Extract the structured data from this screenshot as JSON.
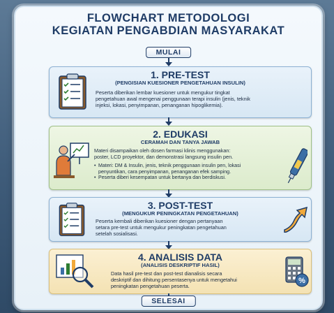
{
  "title": {
    "line1": "FLOWCHART METODOLOGI",
    "line2": "KEGIATAN PENGABDIAN MASYARAKAT"
  },
  "start_label": "MULAI",
  "end_label": "SELESAI",
  "steps": [
    {
      "title": "1. PRE-TEST",
      "subtitle": "(PENGISIAN KUESIONER PENGETAHUAN INSULIN)",
      "lines": [
        "Peserta diberikan lembar kuesioner untuk mengukur tingkat",
        "pengetahuan awal mengenai penggunaan terapi insulin (jenis, teknik",
        "injeksi, lokasi, penyimpanan, penanganan hipoglikemia)."
      ],
      "icon": "clipboard-checklist-icon"
    },
    {
      "title": "2. EDUKASI",
      "subtitle": "CERAMAH DAN TANYA JAWAB",
      "lines": [
        "Materi disampaikan oleh dosen farmasi klinis menggunakan:",
        "poster, LCD proyektor, dan demonstrasi langsung insulin pen."
      ],
      "bullets": [
        [
          "Materi: DM & Insulin, jenis, teknik penggunaan insulin pen, lokasi",
          "penyuntikan, cara penyimpanan, penanganan efek samping."
        ],
        [
          "Peserta diberi kesempatan untuk bertanya dan berdiskusi."
        ]
      ],
      "icon": "presenter-icon",
      "icon2": "insulin-pen-icon"
    },
    {
      "title": "3. POST-TEST",
      "subtitle": "(MENGUKUR PENINGKATAN PENGETAHUAN)",
      "lines": [
        "Peserta kembali diberikan kuesioner dengan pertanyaan",
        "setara pre-test untuk mengukur peningkatan pengetahuan",
        "setelah sosialisasi."
      ],
      "icon": "clipboard-checklist-icon",
      "icon2": "upward-arrow-icon"
    },
    {
      "title": "4. ANALISIS DATA",
      "subtitle": "(ANALISIS DESKRIPTIF HASIL)",
      "lines": [
        "Data hasil pre-test dan post-test dianalisis secara",
        "deskriptif dan dihitung persentasenya untuk mengetahui",
        "peningkatan pengetahuan peserta."
      ],
      "icon": "magnifier-chart-icon",
      "icon2": "calculator-percent-icon"
    }
  ],
  "colors": {
    "navy": "#1f3c66",
    "blue_card": "#d7e7f4",
    "green_card": "#dcebcc",
    "yellow_card": "#f4e2b3"
  }
}
